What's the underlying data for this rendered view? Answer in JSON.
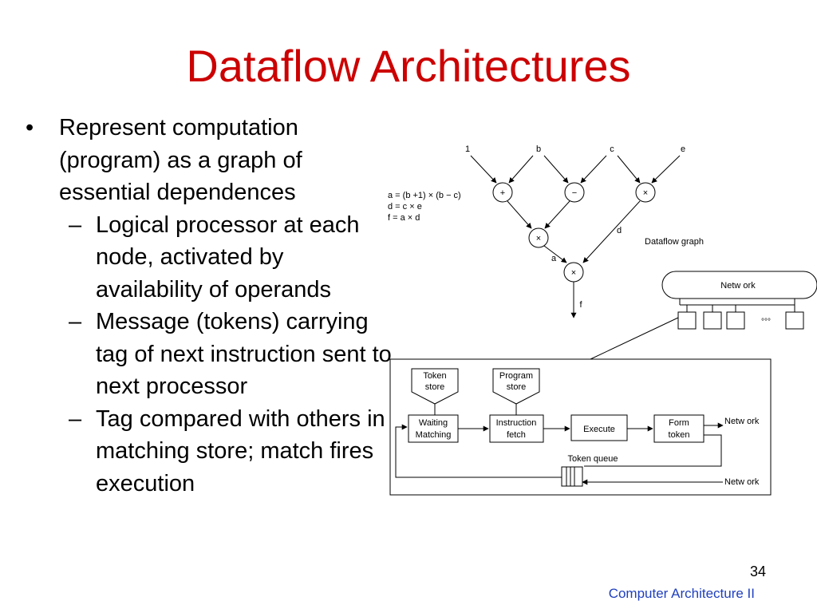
{
  "slide": {
    "title": "Dataflow Architectures",
    "bullets": [
      {
        "level": 1,
        "marker": "•",
        "text": "Represent computation (program) as a graph of essential dependences"
      },
      {
        "level": 2,
        "marker": "–",
        "text": "Logical processor at each node, activated by availability of operands"
      },
      {
        "level": 2,
        "marker": "–",
        "text": "Message (tokens) carrying tag of next instruction sent to next processor"
      },
      {
        "level": 2,
        "marker": "–",
        "text": "Tag compared with others in matching store; match fires execution"
      }
    ],
    "page_number": "34",
    "footer": "Computer Architecture II"
  },
  "graph": {
    "inputs": [
      "1",
      "b",
      "c",
      "e"
    ],
    "equations": [
      "a = (b +1)  × (b − c)",
      "d = c × e",
      "f = a × d"
    ],
    "op_plus": "+",
    "op_minus": "−",
    "op_times": "×",
    "label_a": "a",
    "label_d": "d",
    "label_f": "f",
    "caption": "Dataflow  graph"
  },
  "network": {
    "label": "Netw ork",
    "ellipsis": "°°°"
  },
  "pipeline": {
    "token_store": [
      "Token",
      "store"
    ],
    "program_store": [
      "Program",
      "store"
    ],
    "waiting_matching": [
      "Waiting",
      "Matching"
    ],
    "instruction_fetch": [
      "Instruction",
      "fetch"
    ],
    "execute": "Execute",
    "form_token": [
      "Form",
      "token"
    ],
    "network_out": "Netw ork",
    "token_queue": "Token queue",
    "network_in": "Netw ork"
  }
}
